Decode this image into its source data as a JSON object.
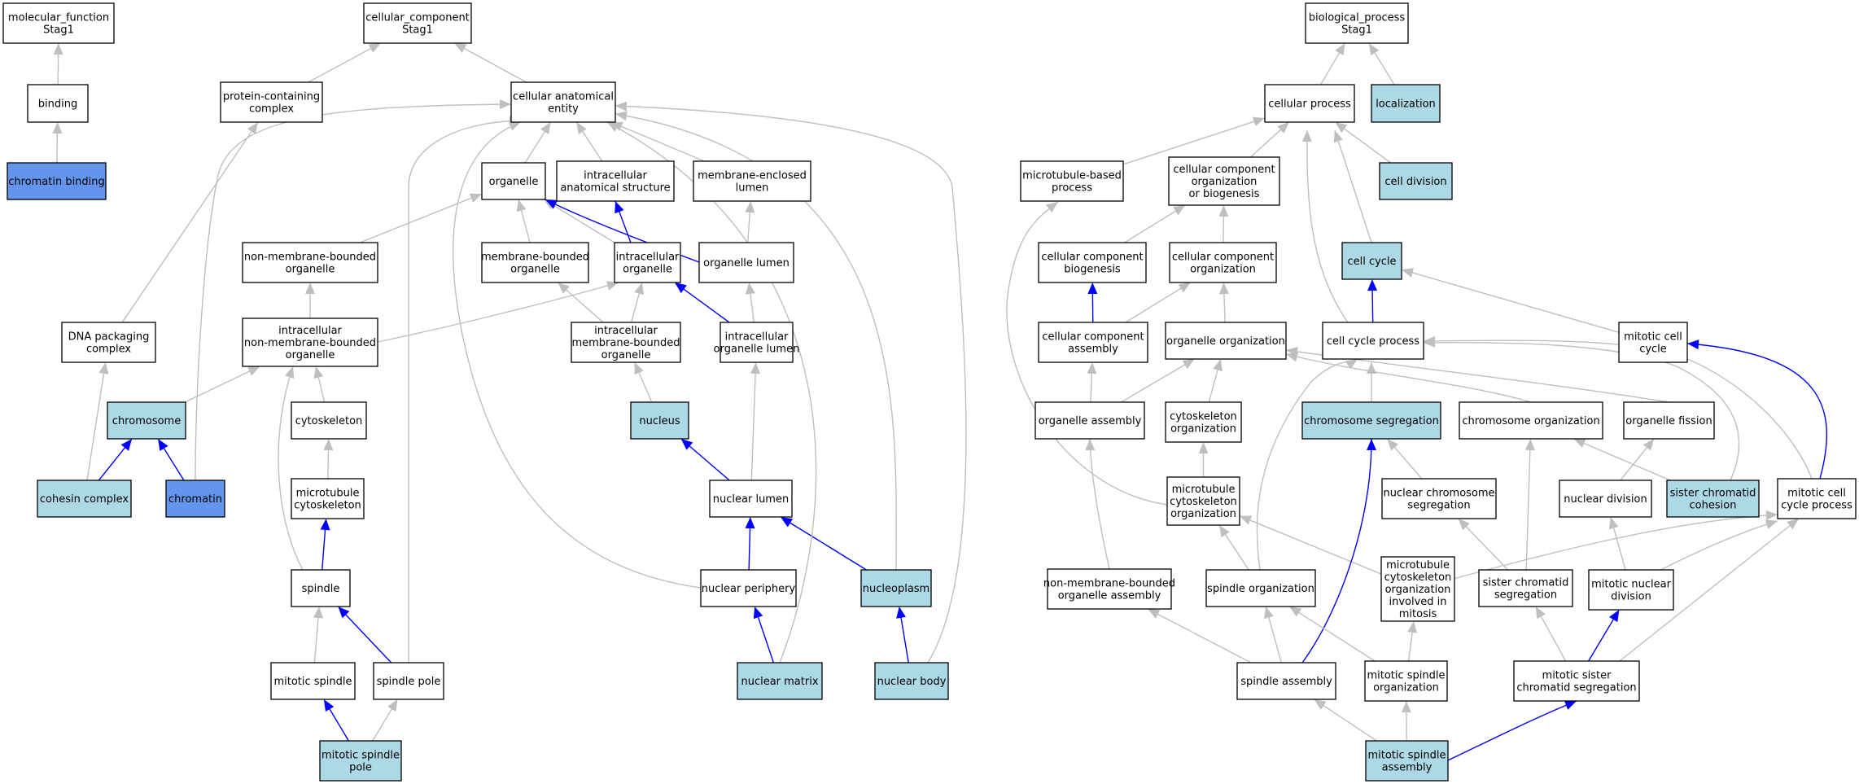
{
  "colors": {
    "plain": "#ffffff",
    "light": "#add8e6",
    "dark": "#6495ed",
    "edge_gray": "#bfbfbf",
    "edge_blue": "#0000ff"
  },
  "nodes": [
    {
      "id": "mf",
      "lines": [
        "molecular_function",
        "Stag1"
      ],
      "color": "plain"
    },
    {
      "id": "binding",
      "lines": [
        "binding"
      ],
      "color": "plain"
    },
    {
      "id": "chromatin_binding",
      "lines": [
        "chromatin binding"
      ],
      "color": "dark"
    },
    {
      "id": "cc",
      "lines": [
        "cellular_component",
        "Stag1"
      ],
      "color": "plain"
    },
    {
      "id": "protein_complex",
      "lines": [
        "protein-containing",
        "complex"
      ],
      "color": "plain"
    },
    {
      "id": "cae",
      "lines": [
        "cellular anatomical",
        "entity"
      ],
      "color": "plain"
    },
    {
      "id": "organelle",
      "lines": [
        "organelle"
      ],
      "color": "plain"
    },
    {
      "id": "ias",
      "lines": [
        "intracellular",
        "anatomical structure"
      ],
      "color": "plain"
    },
    {
      "id": "mel",
      "lines": [
        "membrane-enclosed",
        "lumen"
      ],
      "color": "plain"
    },
    {
      "id": "nmbo",
      "lines": [
        "non-membrane-bounded",
        "organelle"
      ],
      "color": "plain"
    },
    {
      "id": "mbo",
      "lines": [
        "membrane-bounded",
        "organelle"
      ],
      "color": "plain"
    },
    {
      "id": "io",
      "lines": [
        "intracellular",
        "organelle"
      ],
      "color": "plain"
    },
    {
      "id": "ol",
      "lines": [
        "organelle lumen"
      ],
      "color": "plain"
    },
    {
      "id": "dna_pack",
      "lines": [
        "DNA packaging",
        "complex"
      ],
      "color": "plain"
    },
    {
      "id": "inmbo",
      "lines": [
        "intracellular",
        "non-membrane-bounded",
        "organelle"
      ],
      "color": "plain"
    },
    {
      "id": "imbo",
      "lines": [
        "intracellular",
        "membrane-bounded",
        "organelle"
      ],
      "color": "plain"
    },
    {
      "id": "iol",
      "lines": [
        "intracellular",
        "organelle lumen"
      ],
      "color": "plain"
    },
    {
      "id": "chromosome",
      "lines": [
        "chromosome"
      ],
      "color": "light"
    },
    {
      "id": "cytoskeleton",
      "lines": [
        "cytoskeleton"
      ],
      "color": "plain"
    },
    {
      "id": "nucleus",
      "lines": [
        "nucleus"
      ],
      "color": "light"
    },
    {
      "id": "cohesin",
      "lines": [
        "cohesin complex"
      ],
      "color": "light"
    },
    {
      "id": "chromatin",
      "lines": [
        "chromatin"
      ],
      "color": "dark"
    },
    {
      "id": "mt_cyto",
      "lines": [
        "microtubule",
        "cytoskeleton"
      ],
      "color": "plain"
    },
    {
      "id": "nuclear_lumen",
      "lines": [
        "nuclear lumen"
      ],
      "color": "plain"
    },
    {
      "id": "spindle",
      "lines": [
        "spindle"
      ],
      "color": "plain"
    },
    {
      "id": "nuc_periph",
      "lines": [
        "nuclear periphery"
      ],
      "color": "plain"
    },
    {
      "id": "nucleoplasm",
      "lines": [
        "nucleoplasm"
      ],
      "color": "light"
    },
    {
      "id": "mitotic_spindle",
      "lines": [
        "mitotic spindle"
      ],
      "color": "plain"
    },
    {
      "id": "spindle_pole",
      "lines": [
        "spindle pole"
      ],
      "color": "plain"
    },
    {
      "id": "nuc_matrix",
      "lines": [
        "nuclear matrix"
      ],
      "color": "light"
    },
    {
      "id": "nuc_body",
      "lines": [
        "nuclear body"
      ],
      "color": "light"
    },
    {
      "id": "msp",
      "lines": [
        "mitotic spindle",
        "pole"
      ],
      "color": "light"
    },
    {
      "id": "bp",
      "lines": [
        "biological_process",
        "Stag1"
      ],
      "color": "plain"
    },
    {
      "id": "cell_process",
      "lines": [
        "cellular process"
      ],
      "color": "plain"
    },
    {
      "id": "localization",
      "lines": [
        "localization"
      ],
      "color": "light"
    },
    {
      "id": "mt_based",
      "lines": [
        "microtubule-based",
        "process"
      ],
      "color": "plain"
    },
    {
      "id": "ccob",
      "lines": [
        "cellular component",
        "organization",
        "or biogenesis"
      ],
      "color": "plain"
    },
    {
      "id": "cell_division",
      "lines": [
        "cell division"
      ],
      "color": "light"
    },
    {
      "id": "ccb",
      "lines": [
        "cellular component",
        "biogenesis"
      ],
      "color": "plain"
    },
    {
      "id": "cco",
      "lines": [
        "cellular component",
        "organization"
      ],
      "color": "plain"
    },
    {
      "id": "cell_cycle",
      "lines": [
        "cell cycle"
      ],
      "color": "light"
    },
    {
      "id": "cca",
      "lines": [
        "cellular component",
        "assembly"
      ],
      "color": "plain"
    },
    {
      "id": "org_org",
      "lines": [
        "organelle organization"
      ],
      "color": "plain"
    },
    {
      "id": "ccp",
      "lines": [
        "cell cycle process"
      ],
      "color": "plain"
    },
    {
      "id": "mcc",
      "lines": [
        "mitotic cell",
        "cycle"
      ],
      "color": "plain"
    },
    {
      "id": "org_assembly",
      "lines": [
        "organelle assembly"
      ],
      "color": "plain"
    },
    {
      "id": "cyto_org",
      "lines": [
        "cytoskeleton",
        "organization"
      ],
      "color": "plain"
    },
    {
      "id": "chrom_seg",
      "lines": [
        "chromosome segregation"
      ],
      "color": "light"
    },
    {
      "id": "chrom_org",
      "lines": [
        "chromosome organization"
      ],
      "color": "plain"
    },
    {
      "id": "org_fission",
      "lines": [
        "organelle fission"
      ],
      "color": "plain"
    },
    {
      "id": "mt_cyto_org",
      "lines": [
        "microtubule",
        "cytoskeleton",
        "organization"
      ],
      "color": "plain"
    },
    {
      "id": "ncs",
      "lines": [
        "nuclear chromosome",
        "segregation"
      ],
      "color": "plain"
    },
    {
      "id": "nuc_div",
      "lines": [
        "nuclear division"
      ],
      "color": "plain"
    },
    {
      "id": "scc",
      "lines": [
        "sister chromatid",
        "cohesion"
      ],
      "color": "light"
    },
    {
      "id": "mccp",
      "lines": [
        "mitotic cell",
        "cycle process"
      ],
      "color": "plain"
    },
    {
      "id": "nmboa",
      "lines": [
        "non-membrane-bounded",
        "organelle assembly"
      ],
      "color": "plain"
    },
    {
      "id": "spindle_org",
      "lines": [
        "spindle organization"
      ],
      "color": "plain"
    },
    {
      "id": "mcoim",
      "lines": [
        "microtubule",
        "cytoskeleton",
        "organization",
        "involved in",
        "mitosis"
      ],
      "color": "plain"
    },
    {
      "id": "scs",
      "lines": [
        "sister chromatid",
        "segregation"
      ],
      "color": "plain"
    },
    {
      "id": "mnd",
      "lines": [
        "mitotic nuclear",
        "division"
      ],
      "color": "plain"
    },
    {
      "id": "spindle_assembly",
      "lines": [
        "spindle assembly"
      ],
      "color": "plain"
    },
    {
      "id": "mso",
      "lines": [
        "mitotic spindle",
        "organization"
      ],
      "color": "plain"
    },
    {
      "id": "mscs",
      "lines": [
        "mitotic sister",
        "chromatid segregation"
      ],
      "color": "plain"
    },
    {
      "id": "msa",
      "lines": [
        "mitotic spindle",
        "assembly"
      ],
      "color": "light"
    }
  ]
}
